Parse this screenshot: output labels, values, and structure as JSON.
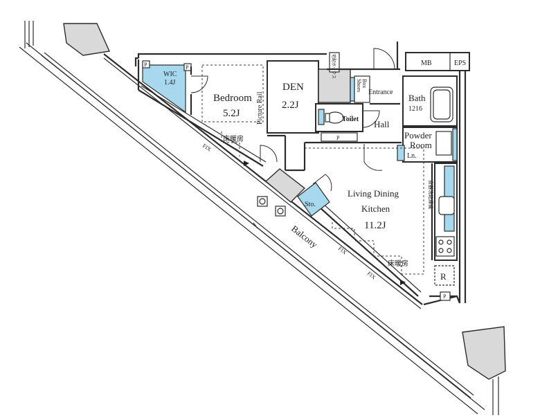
{
  "rooms": {
    "bedroom": {
      "name": "Bedroom",
      "size": "5.2J"
    },
    "den": {
      "name": "DEN",
      "size": "2.2J"
    },
    "wic": {
      "name": "WIC",
      "size": "1.4J"
    },
    "ldk": {
      "name_line1": "Living Dining",
      "name_line2": "Kitchen",
      "size": "11.2J"
    },
    "bath": {
      "name": "Bath",
      "size": "1216"
    },
    "powder": {
      "name_line1": "Powder",
      "name_line2": "Room"
    },
    "toilet": {
      "name": "Toilet"
    },
    "hall": {
      "name": "Hall"
    },
    "entrance": {
      "name": "Entrance"
    },
    "storage": {
      "name": "Sto."
    },
    "shoes_box": {
      "line1": "Shoes",
      "line2": "Box"
    },
    "mb": {
      "name": "MB"
    },
    "eps": {
      "name": "EPS"
    },
    "balcony": {
      "name": "Balcony"
    }
  },
  "labels": {
    "picture_rail": "Picture Rail",
    "floor_heating_bedroom": "床暖房",
    "floor_heating_ldk": "床暖房",
    "fix_1": "FIX",
    "fix_2": "FIX",
    "fix_3": "FIX",
    "pipe_space": "P",
    "refrigerator": "R",
    "linen": "Ln.",
    "delivery_box": "宅配ボックス",
    "kitchen_note": "食器洗乾燥機"
  },
  "colors": {
    "storage_fill": "#a8d8ee",
    "column_fill": "#d9d9d9",
    "wall_stroke": "#2b2b2b"
  }
}
